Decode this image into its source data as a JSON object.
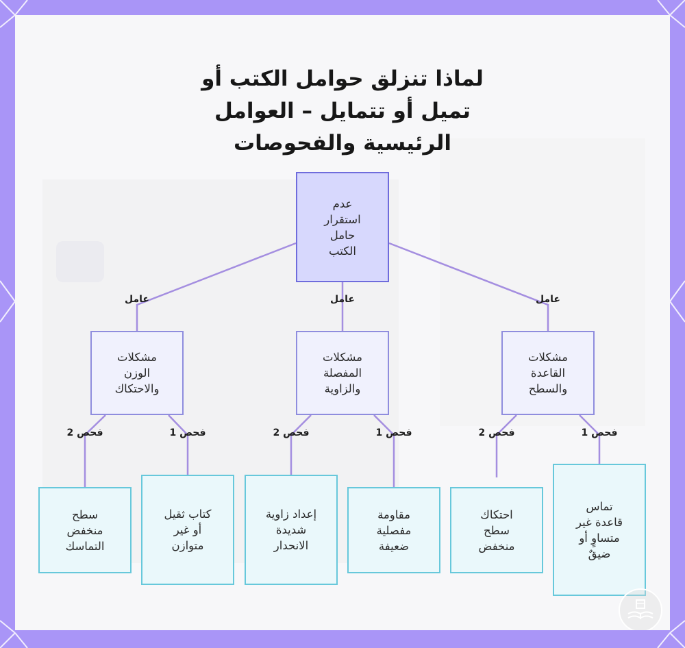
{
  "title": "لماذا تنزلق حوامل الكتب أو\nتميل أو تتمايل – العوامل\nالرئيسية والفحوصات",
  "nodes": {
    "root": "عدم\nاستقرار\nحامل\nالكتب",
    "factor_left": "مشكلات\nالوزن\nوالاحتكاك",
    "factor_mid": "مشكلات\nالمفصلة\nوالزاوية",
    "factor_right": "مشكلات\nالقاعدة\nوالسطح",
    "check_1": "سطح\nمنخفض\nالتماسك",
    "check_2": "كتاب ثقيل\nأو غير\nمتوازن",
    "check_3": "إعداد زاوية\nشديدة\nالانحدار",
    "check_4": "مقاومة\nمفصلية\nضعيفة",
    "check_5": "احتكاك\nسطح\nمنخفض",
    "check_6": "تماس\nقاعدة غير\nمتساوٍ أو\nضيقٌ"
  },
  "edge_labels": {
    "factor_left": "عامل",
    "factor_mid": "عامل",
    "factor_right": "عامل",
    "check_1": "فحص 2",
    "check_2": "فحص 1",
    "check_3": "فحص 2",
    "check_4": "فحص 1",
    "check_5": "فحص 2",
    "check_6": "فحص 1"
  },
  "colors": {
    "frame": "#a995f7",
    "root_fill": "#d7d8fd",
    "factor_fill": "#f0f1fd",
    "check_fill": "#eaf8fb",
    "check_border": "#67c8db",
    "connector": "#a48ee0"
  }
}
